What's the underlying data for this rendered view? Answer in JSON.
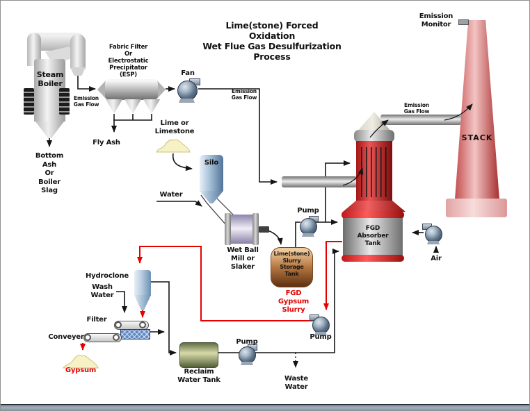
{
  "title": "Lime(stone) Forced\nOxidation\nWet Flue Gas Desulfurization\nProcess",
  "equipment": {
    "steam_boiler": "Steam\nBoiler",
    "esp": "Fabric Filter\nOr\nElectrostatic\nPrecipitator\n(ESP)",
    "fan": "Fan",
    "silo": "Silo",
    "wet_ball_mill": "Wet Ball\nMill or\nSlaker",
    "slurry_storage_tank": "Lime(stone)\nSlurry\nStorage\nTank",
    "fgd_absorber_tank": "FGD\nAbsorber\nTank",
    "stack": "STACK",
    "emission_monitor": "Emission\nMonitor",
    "hydroclone": "Hydroclone",
    "filter": "Filter",
    "conveyer": "Conveyer",
    "reclaim_water_tank": "Reclaim\nWater Tank"
  },
  "streams": {
    "bottom_ash": "Bottom\nAsh\nOr\nBoiler\nSlag",
    "fly_ash": "Fly Ash",
    "emission_gas_flow_boiler": "Emission\nGas Flow",
    "emission_gas_flow_fan": "Emission\nGas Flow",
    "emission_gas_flow_stack": "Emission\nGas Flow",
    "lime_or_limestone": "Lime or\nLimestone",
    "water": "Water",
    "wash_water": "Wash\nWater",
    "gypsum": "Gypsum",
    "fgd_gypsum_slurry": "FGD\nGypsum\nSlurry",
    "waste_water": "Waste\nWater",
    "air": "Air",
    "pump_slurry": "Pump",
    "pump_gypsum": "Pump",
    "pump_reclaim": "Pump"
  },
  "colors": {
    "line_red": "#e60000",
    "absorber_red": "#e85555",
    "stack_pink": "#f3c3c3",
    "slurry_brown": "#b4763f",
    "reclaim_green": "#d7daa9",
    "silo_blue": "#aac3da",
    "mill_purple": "#f1edf7",
    "filter_blue": "#5b85c2",
    "pile_yellow": "#f7f2c6"
  }
}
